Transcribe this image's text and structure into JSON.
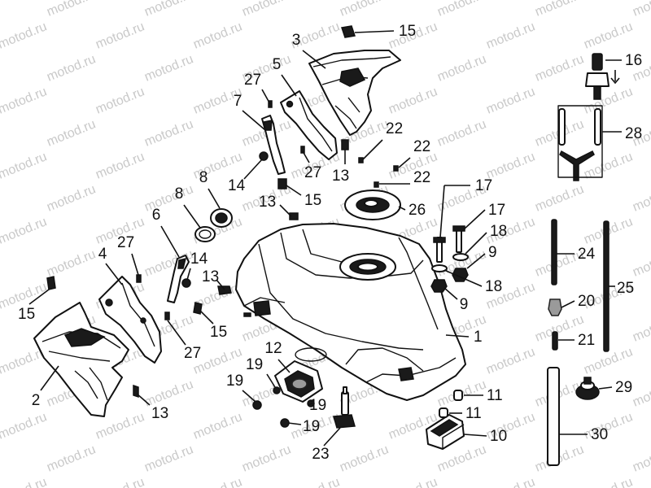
{
  "watermark": {
    "text": "motod.ru"
  },
  "callouts": [
    {
      "label": "1"
    },
    {
      "label": "2"
    },
    {
      "label": "3"
    },
    {
      "label": "4"
    },
    {
      "label": "5"
    },
    {
      "label": "6"
    },
    {
      "label": "7"
    },
    {
      "label": "8"
    },
    {
      "label": "8"
    },
    {
      "label": "9"
    },
    {
      "label": "9"
    },
    {
      "label": "10"
    },
    {
      "label": "11"
    },
    {
      "label": "11"
    },
    {
      "label": "12"
    },
    {
      "label": "13"
    },
    {
      "label": "13"
    },
    {
      "label": "13"
    },
    {
      "label": "13"
    },
    {
      "label": "14"
    },
    {
      "label": "14"
    },
    {
      "label": "15"
    },
    {
      "label": "15"
    },
    {
      "label": "15"
    },
    {
      "label": "15"
    },
    {
      "label": "16"
    },
    {
      "label": "17"
    },
    {
      "label": "17"
    },
    {
      "label": "18"
    },
    {
      "label": "18"
    },
    {
      "label": "19"
    },
    {
      "label": "19"
    },
    {
      "label": "19"
    },
    {
      "label": "19"
    },
    {
      "label": "20"
    },
    {
      "label": "21"
    },
    {
      "label": "22"
    },
    {
      "label": "22"
    },
    {
      "label": "22"
    },
    {
      "label": "23"
    },
    {
      "label": "24"
    },
    {
      "label": "25"
    },
    {
      "label": "26"
    },
    {
      "label": "27"
    },
    {
      "label": "27"
    },
    {
      "label": "27"
    },
    {
      "label": "27"
    },
    {
      "label": "28"
    },
    {
      "label": "29"
    },
    {
      "label": "30"
    }
  ]
}
